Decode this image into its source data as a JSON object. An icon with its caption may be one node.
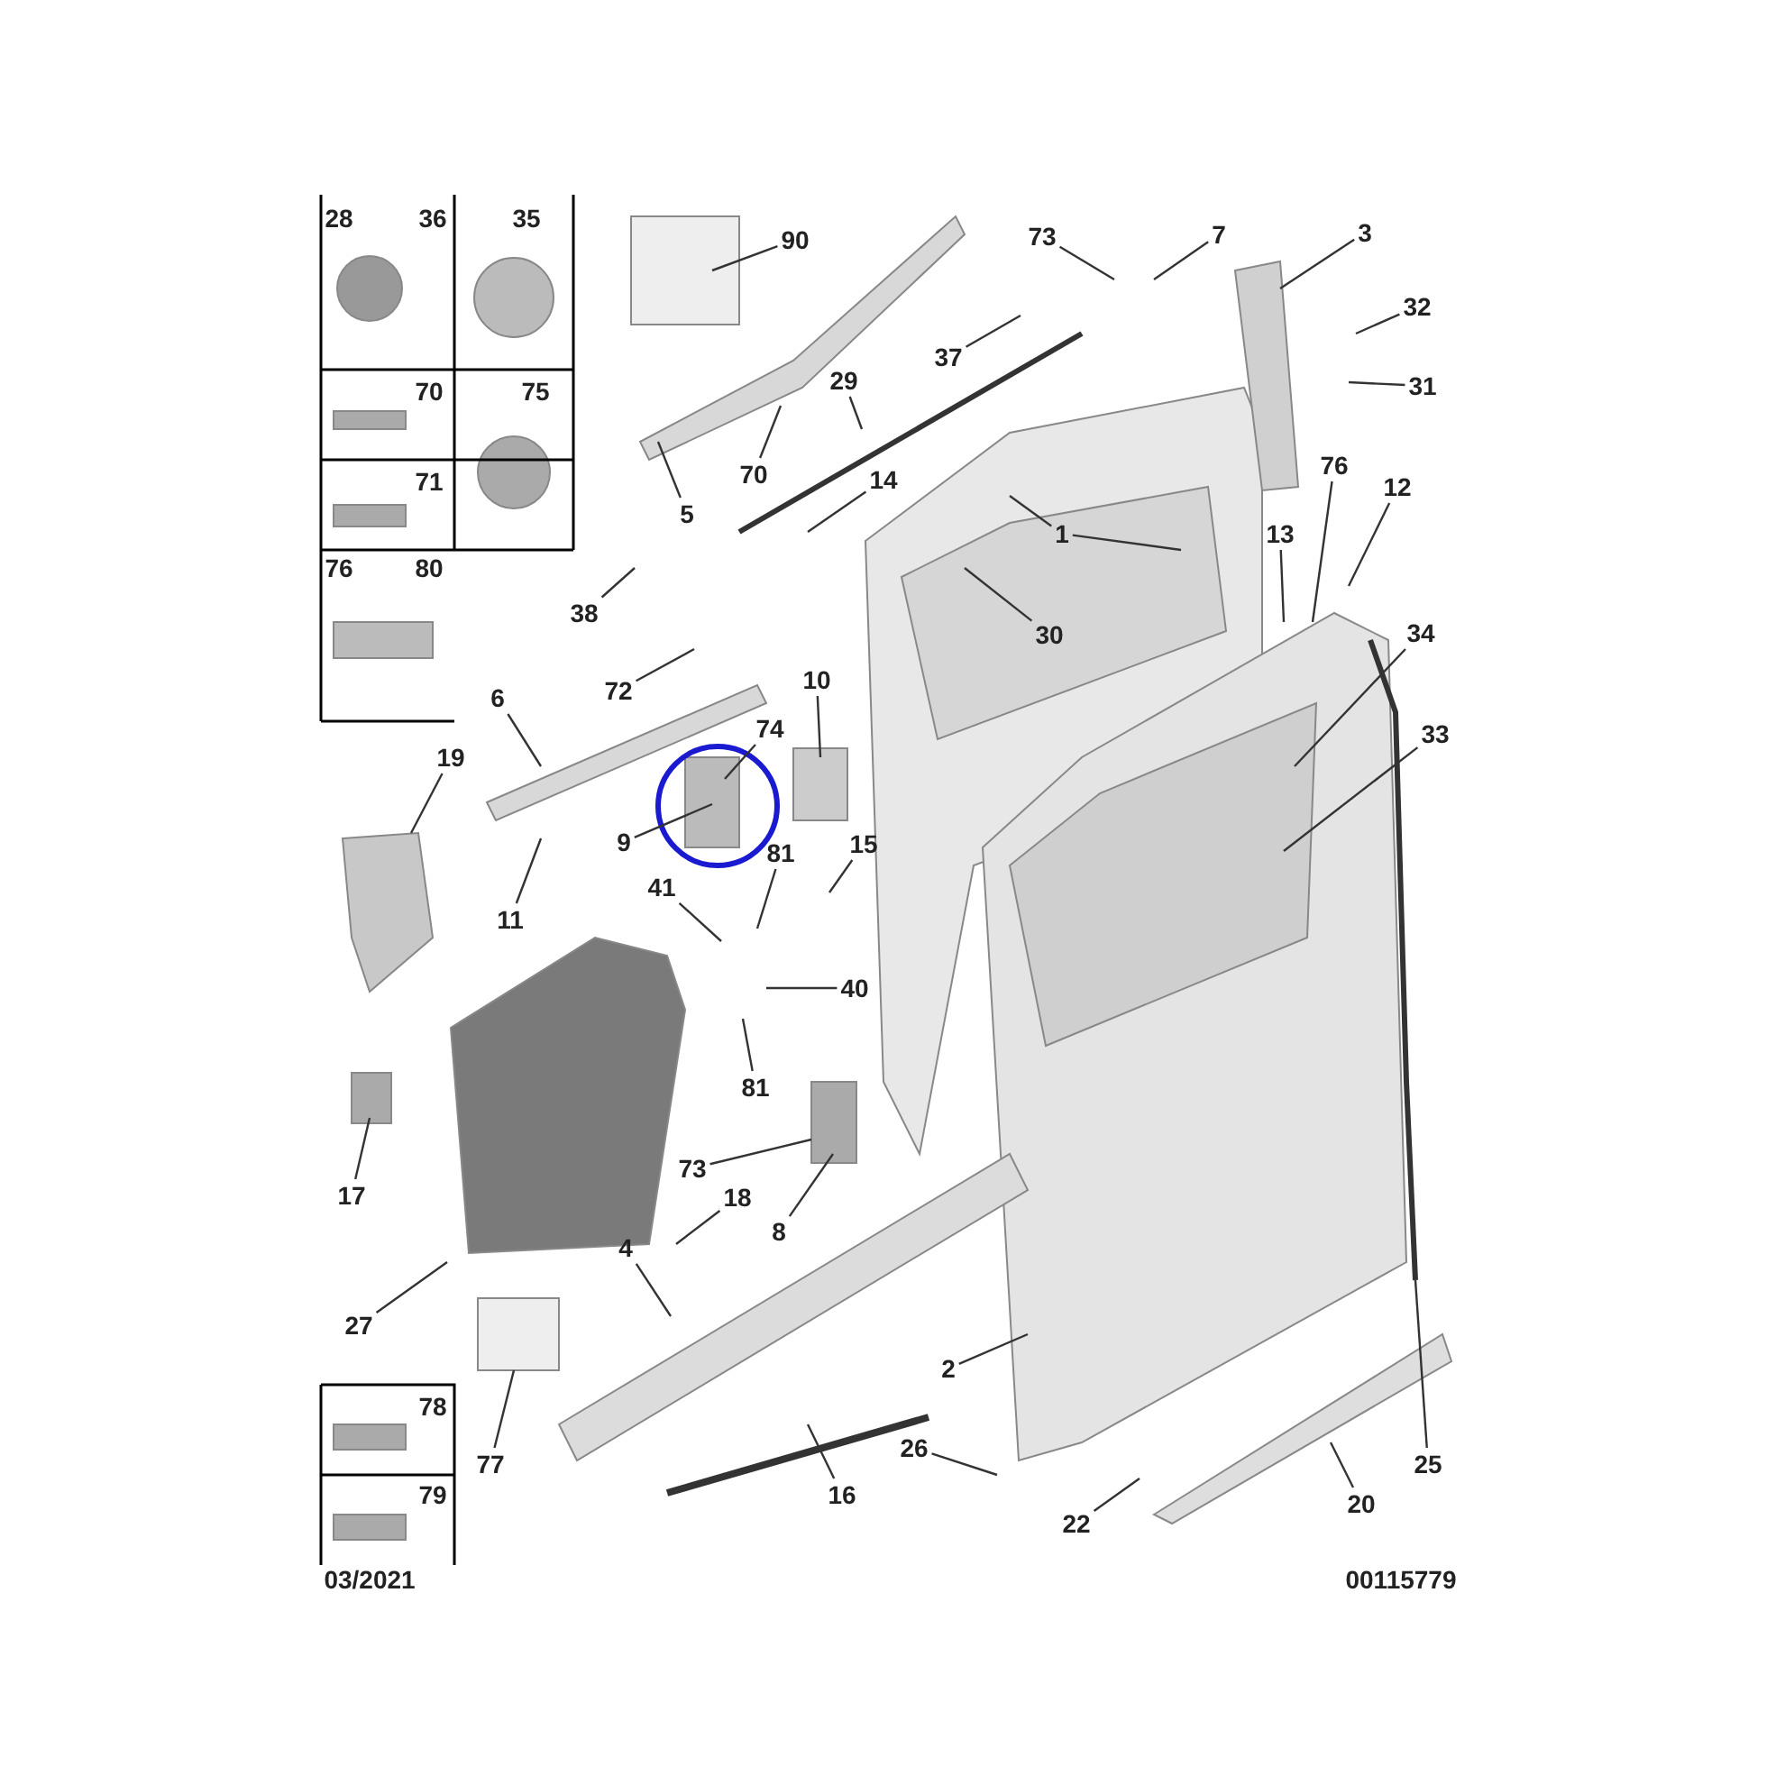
{
  "diagram": {
    "nodes": [
      {
        "text": [
          "90"
        ]
      },
      {
        "text": [
          "73"
        ]
      },
      {
        "text": [
          "7"
        ]
      },
      {
        "text": [
          "3"
        ]
      },
      {
        "text": [
          "32"
        ]
      },
      {
        "text": [
          "31"
        ]
      },
      {
        "text": [
          "37"
        ]
      },
      {
        "text": [
          "29"
        ]
      },
      {
        "text": [
          "70"
        ]
      },
      {
        "text": [
          "14"
        ]
      },
      {
        "text": [
          "5"
        ]
      },
      {
        "text": [
          "76"
        ]
      },
      {
        "text": [
          "12"
        ]
      },
      {
        "text": [
          "13"
        ]
      },
      {
        "text": [
          "1"
        ]
      },
      {
        "text": [
          "38"
        ]
      },
      {
        "text": [
          "30"
        ]
      },
      {
        "text": [
          "72"
        ]
      },
      {
        "text": [
          "34"
        ]
      },
      {
        "text": [
          "33"
        ]
      },
      {
        "text": [
          "6"
        ]
      },
      {
        "text": [
          "10"
        ]
      },
      {
        "text": [
          "74"
        ]
      },
      {
        "text": [
          "19"
        ]
      },
      {
        "text": [
          "9"
        ]
      },
      {
        "text": [
          "81"
        ]
      },
      {
        "text": [
          "15"
        ]
      },
      {
        "text": [
          "11"
        ]
      },
      {
        "text": [
          "41"
        ]
      },
      {
        "text": [
          "40"
        ]
      },
      {
        "text": [
          "81"
        ]
      },
      {
        "text": [
          "17"
        ]
      },
      {
        "text": [
          "73"
        ]
      },
      {
        "text": [
          "18"
        ]
      },
      {
        "text": [
          "8"
        ]
      },
      {
        "text": [
          "4"
        ]
      },
      {
        "text": [
          "27"
        ]
      },
      {
        "text": [
          "77"
        ]
      },
      {
        "text": [
          "2"
        ]
      },
      {
        "text": [
          "16"
        ]
      },
      {
        "text": [
          "26"
        ]
      },
      {
        "text": [
          "22"
        ]
      },
      {
        "text": [
          "20"
        ]
      },
      {
        "text": [
          "25"
        ]
      }
    ],
    "edges": [
      {
        "from": 0,
        "to": null,
        "arrow": "none"
      },
      {
        "from": 1,
        "to": null,
        "arrow": "none"
      },
      {
        "from": 2,
        "to": null,
        "arrow": "none"
      },
      {
        "from": 3,
        "to": null,
        "arrow": "none"
      },
      {
        "from": 4,
        "to": null,
        "arrow": "none"
      },
      {
        "from": 5,
        "to": null,
        "arrow": "none"
      },
      {
        "from": 6,
        "to": null,
        "arrow": "none"
      },
      {
        "from": 7,
        "to": null,
        "arrow": "none"
      },
      {
        "from": 8,
        "to": null,
        "arrow": "none"
      },
      {
        "from": 9,
        "to": null,
        "arrow": "none"
      },
      {
        "from": 10,
        "to": null,
        "arrow": "none"
      },
      {
        "from": 11,
        "to": null,
        "arrow": "none"
      },
      {
        "from": 12,
        "to": null,
        "arrow": "none"
      },
      {
        "from": 13,
        "to": null,
        "arrow": "none"
      },
      {
        "from": 14,
        "to": null,
        "arrow": "none"
      },
      {
        "from": 14,
        "to": null,
        "arrow": "none"
      },
      {
        "from": 15,
        "to": null,
        "arrow": "none"
      },
      {
        "from": 16,
        "to": null,
        "arrow": "none"
      },
      {
        "from": 17,
        "to": null,
        "arrow": "none"
      },
      {
        "from": 18,
        "to": null,
        "arrow": "none"
      },
      {
        "from": 19,
        "to": null,
        "arrow": "none"
      },
      {
        "from": 20,
        "to": null,
        "arrow": "none"
      },
      {
        "from": 21,
        "to": null,
        "arrow": "none"
      },
      {
        "from": 22,
        "to": null,
        "arrow": "none"
      },
      {
        "from": 23,
        "to": null,
        "arrow": "none"
      },
      {
        "from": 24,
        "to": null,
        "arrow": "none"
      },
      {
        "from": 25,
        "to": null,
        "arrow": "none"
      },
      {
        "from": 26,
        "to": null,
        "arrow": "none"
      },
      {
        "from": 27,
        "to": null,
        "arrow": "none"
      },
      {
        "from": 28,
        "to": null,
        "arrow": "none"
      },
      {
        "from": 29,
        "to": null,
        "arrow": "none"
      },
      {
        "from": 30,
        "to": null,
        "arrow": "none"
      },
      {
        "from": 31,
        "to": null,
        "arrow": "none"
      },
      {
        "from": 32,
        "to": null,
        "arrow": "none"
      },
      {
        "from": 33,
        "to": null,
        "arrow": "none"
      },
      {
        "from": 34,
        "to": null,
        "arrow": "none"
      },
      {
        "from": 35,
        "to": null,
        "arrow": "none"
      },
      {
        "from": 36,
        "to": null,
        "arrow": "none"
      },
      {
        "from": 37,
        "to": null,
        "arrow": "none"
      },
      {
        "from": 38,
        "to": null,
        "arrow": "none"
      },
      {
        "from": 39,
        "to": null,
        "arrow": "none"
      },
      {
        "from": 40,
        "to": null,
        "arrow": "none"
      },
      {
        "from": 41,
        "to": null,
        "arrow": "none"
      },
      {
        "from": 42,
        "to": null,
        "arrow": "none"
      },
      {
        "from": 43,
        "to": null,
        "arrow": "none"
      }
    ],
    "labels": [
      "28",
      "36",
      "35",
      "70",
      "75",
      "71",
      "76",
      "80",
      "78",
      "79",
      "03/2021",
      "00115779"
    ]
  }
}
